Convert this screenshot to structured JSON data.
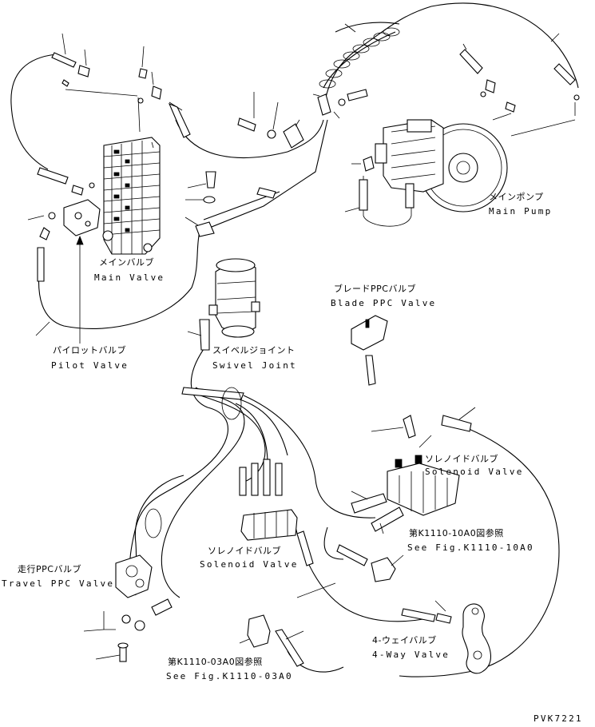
{
  "labels": {
    "main_valve_jp": "メインバルブ",
    "main_valve_en": "Main Valve",
    "main_pump_jp": "メインポンプ",
    "main_pump_en": "Main Pump",
    "pilot_valve_jp": "パイロットバルブ",
    "pilot_valve_en": "Pilot Valve",
    "swivel_joint_jp": "スイベルジョイント",
    "swivel_joint_en": "Swivel Joint",
    "blade_ppc_jp": "ブレードPPCバルブ",
    "blade_ppc_en": "Blade PPC Valve",
    "solenoid_right_jp": "ソレノイドバルブ",
    "solenoid_right_en": "Solenoid Valve",
    "see_fig_10a0_jp": "第K1110-10A0図参照",
    "see_fig_10a0_en": "See Fig.K1110-10A0",
    "solenoid_center_jp": "ソレノイドバルブ",
    "solenoid_center_en": "Solenoid Valve",
    "travel_ppc_jp": "走行PPCバルブ",
    "travel_ppc_en": "Travel PPC Valve",
    "four_way_jp": "4-ウェイバルブ",
    "four_way_en": "4-Way Valve",
    "see_fig_03a0_jp": "第K1110-03A0図参照",
    "see_fig_03a0_en": "See Fig.K1110-03A0"
  },
  "drawing_code": "PVK7221"
}
